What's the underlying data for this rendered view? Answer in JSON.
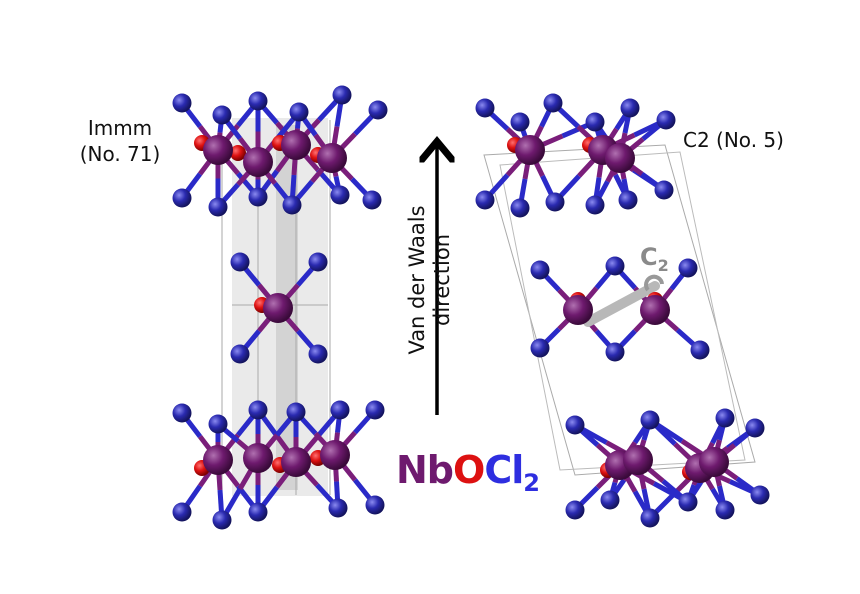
{
  "left_structure": {
    "space_group": "Immm",
    "number": "(No. 71)"
  },
  "right_structure": {
    "label": "C2 (No. 5)",
    "axis_symbol": "C",
    "axis_subscript": "2"
  },
  "arrow_label": {
    "line1": "Van der Waals",
    "line2": "direction"
  },
  "formula": {
    "nb": "Nb",
    "o": "O",
    "cl": "Cl",
    "sub": "2"
  },
  "colors": {
    "nb": "#6e1a6e",
    "o": "#dd1111",
    "cl": "#2e2eb8",
    "axis": "#9a9a9a",
    "text": "#111111"
  }
}
